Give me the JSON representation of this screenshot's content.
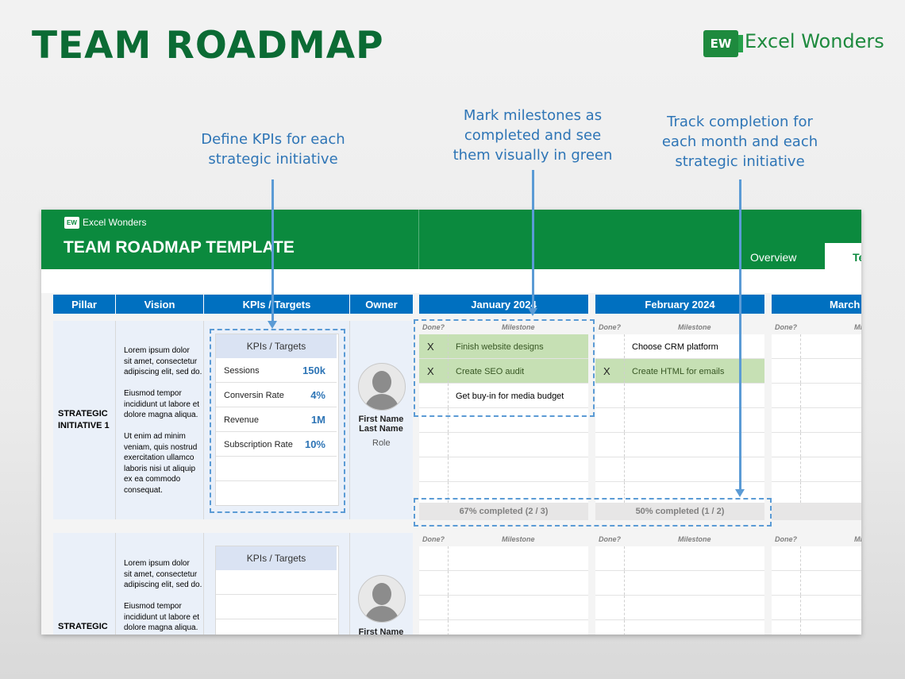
{
  "page_title": "TEAM ROADMAP",
  "brand": {
    "logo_text": "EW",
    "name": "Excel Wonders"
  },
  "callouts": {
    "kpis": "Define KPIs for each\nstrategic initiative",
    "milestones": "Mark milestones as\ncompleted and see\nthem visually in green",
    "completion": "Track completion for\neach month and each\nstrategic initiative"
  },
  "sheet": {
    "brand_logo": "EW",
    "brand_name": "Excel Wonders",
    "title": "TEAM ROADMAP TEMPLATE",
    "tabs": {
      "overview": "Overview",
      "active_partial": "Te"
    },
    "columns": {
      "pillar": "Pillar",
      "vision": "Vision",
      "kpis": "KPIs / Targets",
      "owner": "Owner",
      "months": [
        "January 2024",
        "February 2024",
        "March"
      ]
    },
    "sub_headers": {
      "done": "Done?",
      "milestone": "Milestone",
      "milestone_partial": "Mi"
    },
    "initiatives": [
      {
        "pillar": "STRATEGIC\nINITIATIVE 1",
        "vision": "Lorem ipsum dolor\nsit amet, consectetur\nadipiscing elit, sed do.\n\nEiusmod tempor\nincididunt ut labore et\ndolore magna aliqua.\n\nUt enim ad minim\nveniam, quis nostrud\nexercitation ullamco\nlaboris nisi ut aliquip\nex ea commodo\nconsequat.",
        "kpi_header": "KPIs / Targets",
        "kpis": [
          {
            "name": "Sessions",
            "target": "150k"
          },
          {
            "name": "Conversin Rate",
            "target": "4%"
          },
          {
            "name": "Revenue",
            "target": "1M"
          },
          {
            "name": "Subscription Rate",
            "target": "10%"
          }
        ],
        "owner": {
          "name": "First Name\nLast Name",
          "role": "Role"
        },
        "january": {
          "milestones": [
            {
              "done": "X",
              "text": "Finish website designs"
            },
            {
              "done": "X",
              "text": "Create SEO audit"
            },
            {
              "done": "",
              "text": "Get buy-in for media budget"
            }
          ],
          "completion": "67% completed (2 / 3)"
        },
        "february": {
          "milestones": [
            {
              "done": "",
              "text": "Choose CRM platform"
            },
            {
              "done": "X",
              "text": "Create HTML for emails"
            }
          ],
          "completion": "50% completed (1 / 2)"
        }
      },
      {
        "pillar": "STRATEGIC",
        "vision": "Lorem ipsum dolor\nsit amet, consectetur\nadipiscing elit, sed do.\n\nEiusmod tempor\nincididunt ut labore et\ndolore magna aliqua.",
        "kpi_header": "KPIs / Targets",
        "owner": {
          "name": "First Name"
        }
      }
    ]
  },
  "colors": {
    "brand_green": "#0b8a3e",
    "header_blue": "#0070c0",
    "done_green": "#c6e0b4",
    "callout_blue": "#2e75b6"
  }
}
